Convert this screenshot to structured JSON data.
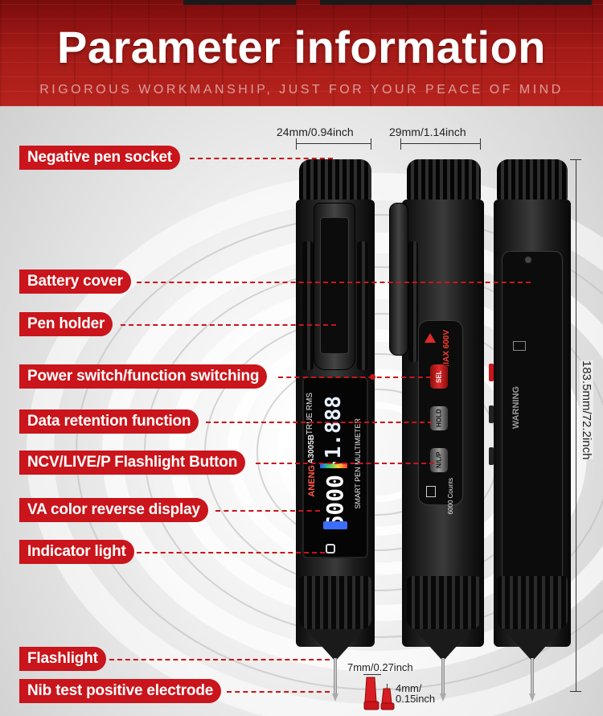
{
  "header": {
    "title": "Parameter information",
    "subtitle": "RIGOROUS WORKMANSHIP, JUST FOR YOUR PEACE OF MIND"
  },
  "labels": [
    "Negative pen socket",
    "Battery cover",
    "Pen holder",
    "Power switch/function switching",
    "Data retention function",
    "NCV/LIVE/P Flashlight Button",
    "VA color reverse display",
    "Indicator light",
    "Flashlight",
    "Nib test positive electrode"
  ],
  "dimensions": {
    "width_front": "24mm/0.94inch",
    "width_side": "29mm/1.14inch",
    "length": "183.5mm/72.2inch",
    "tip_length": "7mm/0.27inch",
    "tip_width_line1": "4mm/",
    "tip_width_line2": "0.15inch"
  },
  "device": {
    "brand": "ANENG",
    "model": "A3005B",
    "feature": "TRUE RMS",
    "product_name": "SMART PEN MULTIMETER",
    "digits_top": "-1.888",
    "digits_bottom": "6000",
    "counts": "6000 Counts",
    "max_rating": "MAX 600V",
    "button_sel": "SEL",
    "button_hold": "HOLD",
    "button_ncv": "N/L/P",
    "back_warning": "WARNING"
  },
  "colors": {
    "accent": "#c9151b",
    "header": "#a31a17"
  }
}
